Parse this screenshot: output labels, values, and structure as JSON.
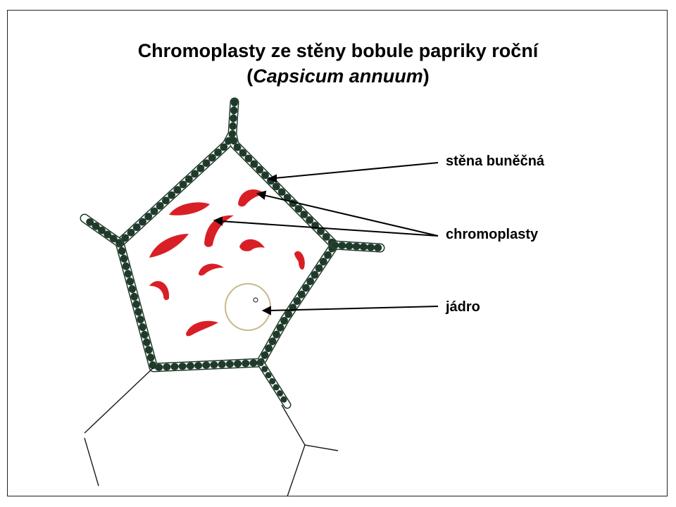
{
  "title": {
    "line1": "Chromoplasty ze stěny bobule papriky roční",
    "line2_open": "(",
    "line2_species": "Capsicum annuum",
    "line2_close": ")"
  },
  "labels": {
    "cell_wall": "stěna buněčná",
    "chromoplasts": "chromoplasty",
    "nucleus": "jádro"
  },
  "colors": {
    "chromoplast": "#d91f26",
    "wall_stroke": "#1f3a2a",
    "nucleus_stroke": "#c8b88a",
    "frame": "#222222"
  }
}
